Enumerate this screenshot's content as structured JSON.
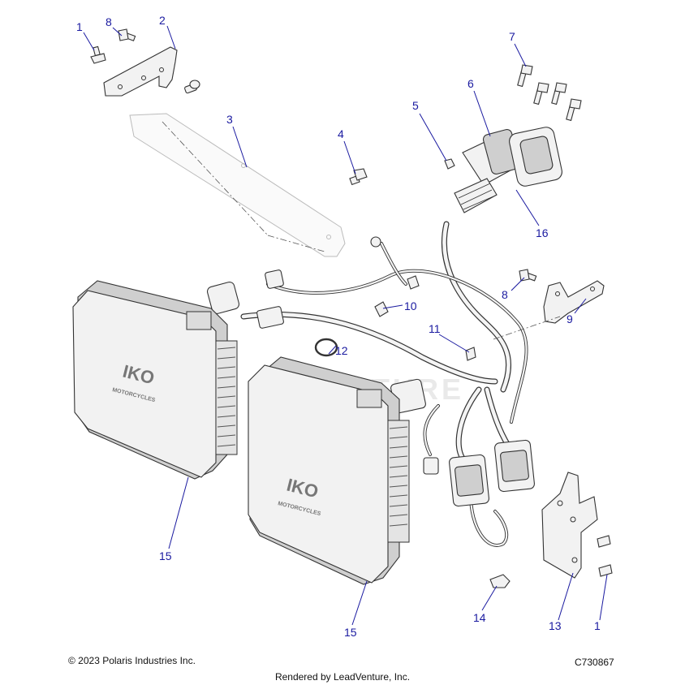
{
  "diagram": {
    "callouts": [
      "1",
      "8",
      "2",
      "3",
      "4",
      "5",
      "6",
      "7",
      "16",
      "8",
      "9",
      "10",
      "11",
      "12",
      "15",
      "15",
      "14",
      "13",
      "1"
    ],
    "module_logo_top": "IKO",
    "module_logo_bottom": "MOTORCYCLES"
  },
  "watermark": "ADVENTURE",
  "footer": {
    "copyright": "© 2023 Polaris Industries Inc.",
    "drawing_number": "C730867",
    "rendered_by": "Rendered by LeadVenture, Inc."
  },
  "colors": {
    "callout": "#1a1aa0",
    "line": "#333333"
  }
}
